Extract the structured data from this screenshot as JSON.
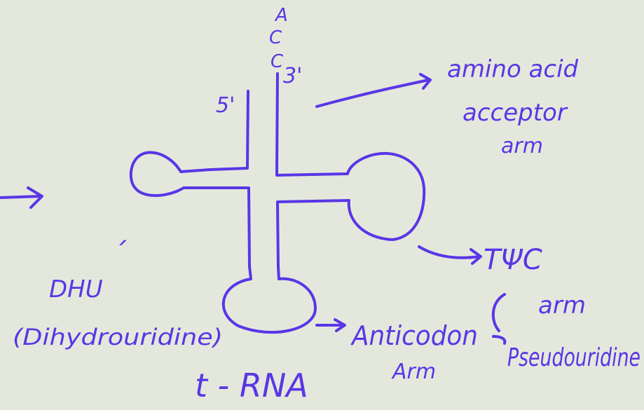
{
  "diagram": {
    "ink_color": "#5a36e6",
    "background_color": "#e4e8dc",
    "end_labels": {
      "acceptor_bases": [
        "A",
        "C",
        "C"
      ],
      "three_prime": "3'",
      "five_prime": "5'"
    },
    "labels": {
      "acceptor_arm": [
        "amino acid",
        "acceptor",
        "arm"
      ],
      "tpsic_arm": [
        "TΨC",
        "arm"
      ],
      "tpsic_note": "Pseudouridine",
      "dhu_mark": "´",
      "dhu_arm": [
        "DHU",
        "(Dihydrouridine)"
      ],
      "anticodon_arm": [
        "Anticodon",
        "Arm"
      ],
      "title": "t - RNA"
    }
  }
}
